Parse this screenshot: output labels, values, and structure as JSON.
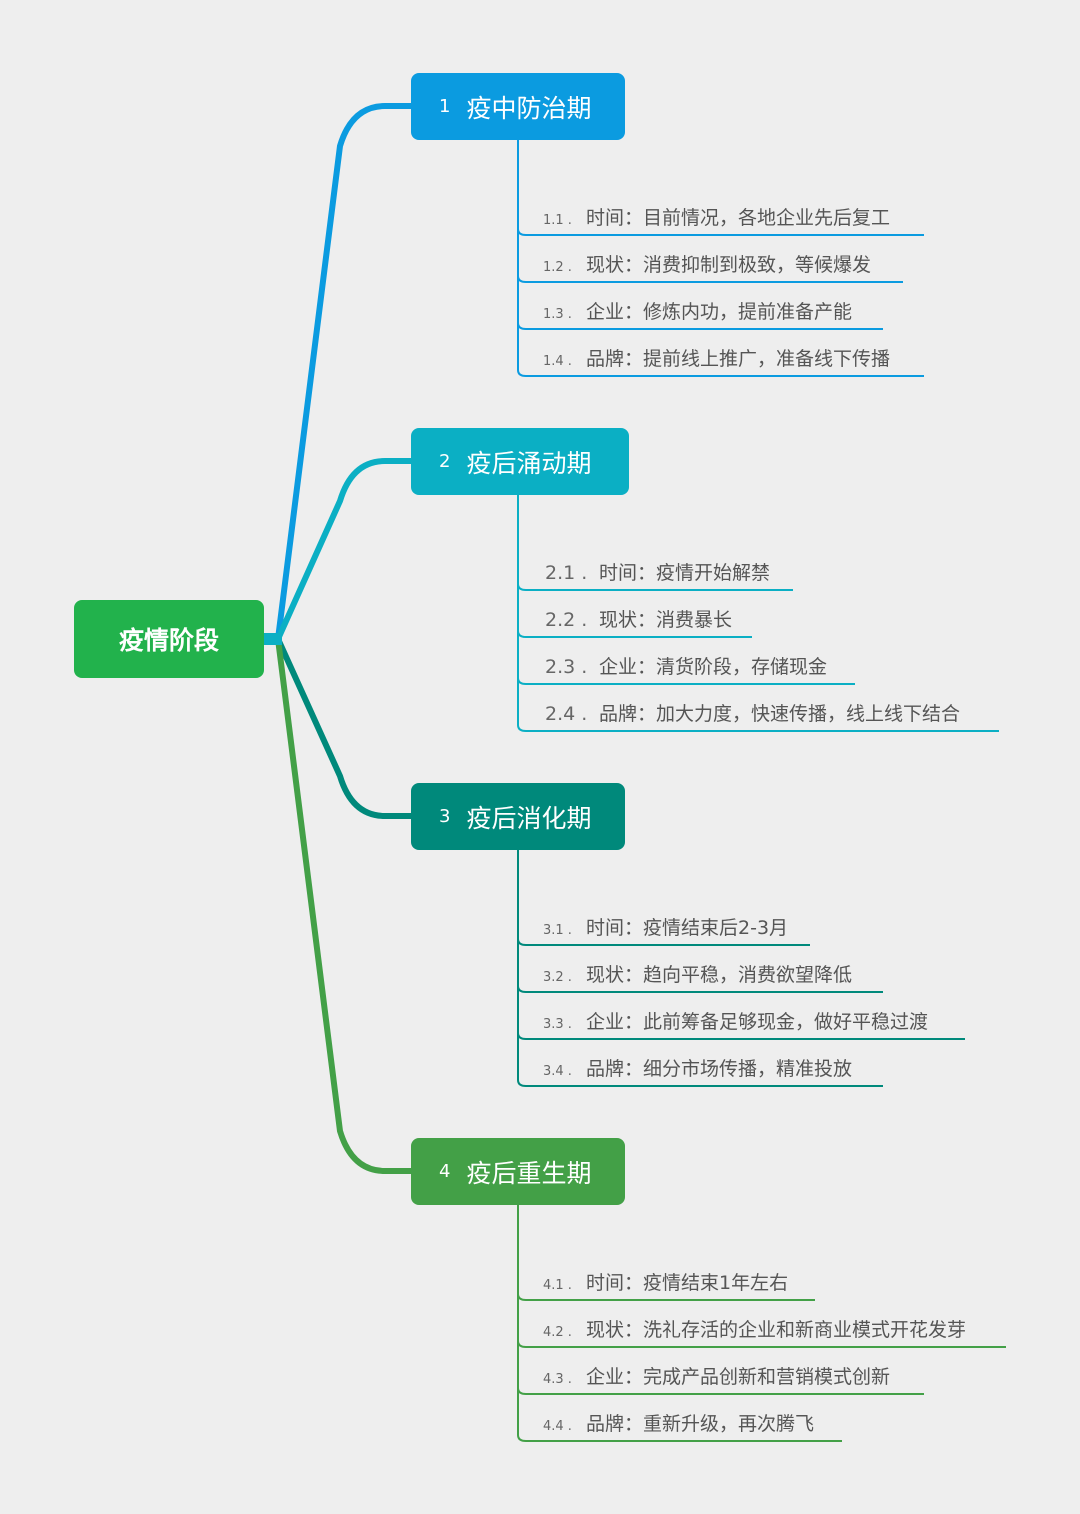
{
  "root": {
    "label": "疫情阶段",
    "color": "#22b24c"
  },
  "branches": [
    {
      "num": "1",
      "label": "疫中防治期",
      "color": "#0b9be0",
      "items": [
        {
          "num": "1.1 .",
          "text": "时间：目前情况，各地企业先后复工"
        },
        {
          "num": "1.2 .",
          "text": "现状：消费抑制到极致，等候爆发"
        },
        {
          "num": "1.3 .",
          "text": "企业：修炼内功，提前准备产能"
        },
        {
          "num": "1.4 .",
          "text": "品牌：提前线上推广，准备线下传播"
        }
      ]
    },
    {
      "num": "2",
      "label": "疫后涌动期",
      "color": "#0bafc4",
      "items": [
        {
          "num": "2.1 .",
          "text": "时间：疫情开始解禁"
        },
        {
          "num": "2.2 .",
          "text": "现状：消费暴长"
        },
        {
          "num": "2.3 .",
          "text": "企业：清货阶段，存储现金"
        },
        {
          "num": "2.4 .",
          "text": "品牌：加大力度，快速传播，线上线下结合"
        }
      ]
    },
    {
      "num": "3",
      "label": "疫后消化期",
      "color": "#00897b",
      "items": [
        {
          "num": "3.1 .",
          "text": "时间：疫情结束后2-3月"
        },
        {
          "num": "3.2 .",
          "text": "现状：趋向平稳，消费欲望降低"
        },
        {
          "num": "3.3 .",
          "text": "企业：此前筹备足够现金，做好平稳过渡"
        },
        {
          "num": "3.4 .",
          "text": "品牌：细分市场传播，精准投放"
        }
      ]
    },
    {
      "num": "4",
      "label": "疫后重生期",
      "color": "#43a047",
      "items": [
        {
          "num": "4.1 .",
          "text": "时间：疫情结束1年左右"
        },
        {
          "num": "4.2 .",
          "text": "现状：洗礼存活的企业和新商业模式开花发芽"
        },
        {
          "num": "4.3 .",
          "text": "企业：完成产品创新和营销模式创新"
        },
        {
          "num": "4.4 .",
          "text": "品牌：重新升级，再次腾飞"
        }
      ]
    }
  ]
}
